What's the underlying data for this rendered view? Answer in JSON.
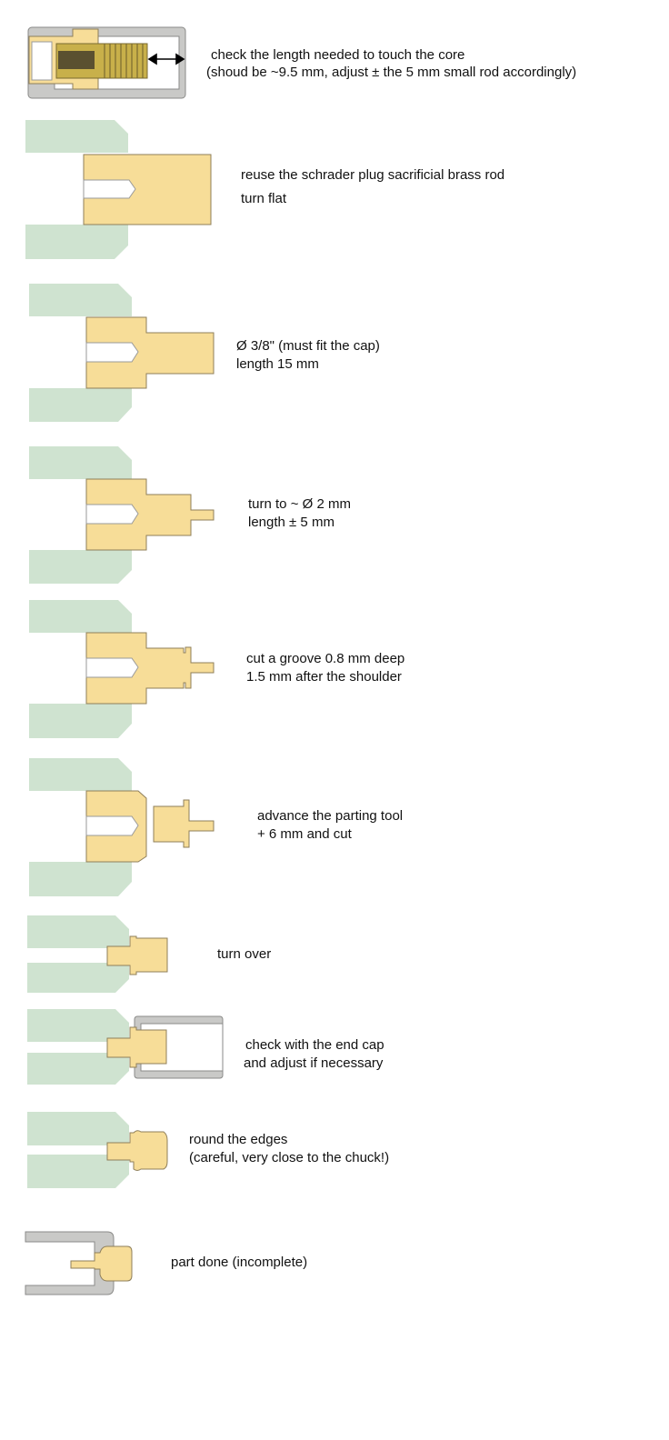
{
  "steps": [
    {
      "id": "check-length",
      "lines": [
        "check the length needed  to touch the core",
        "(shoud be ~9.5 mm, adjust ± the 5 mm small rod accordingly)"
      ]
    },
    {
      "id": "reuse-rod",
      "lines": [
        "reuse the schrader plug sacrificial brass rod",
        "turn flat"
      ]
    },
    {
      "id": "diameter",
      "lines": [
        "Ø 3/8\" (must fit the cap)",
        "length 15 mm"
      ]
    },
    {
      "id": "turn-to-2mm",
      "lines": [
        "turn to ~ Ø 2 mm",
        "length ± 5 mm"
      ]
    },
    {
      "id": "groove",
      "lines": [
        "cut a groove 0.8 mm deep",
        "1.5 mm after the shoulder"
      ]
    },
    {
      "id": "parting",
      "lines": [
        "advance the parting tool",
        "+ 6 mm and cut"
      ]
    },
    {
      "id": "turn-over",
      "lines": [
        "turn over"
      ]
    },
    {
      "id": "check-end-cap",
      "lines": [
        "check with the end cap",
        "and adjust if necessary"
      ]
    },
    {
      "id": "round-edges",
      "lines": [
        "round the edges",
        "(careful, very close to the chuck!)"
      ]
    },
    {
      "id": "part-done",
      "lines": [
        "part done   (incomplete)"
      ]
    }
  ],
  "colors": {
    "chuck_jaw": "#cfe3d0",
    "brass": "#f7dd98",
    "end_cap": "#c9c9c7",
    "thread": "#c8b04a"
  }
}
